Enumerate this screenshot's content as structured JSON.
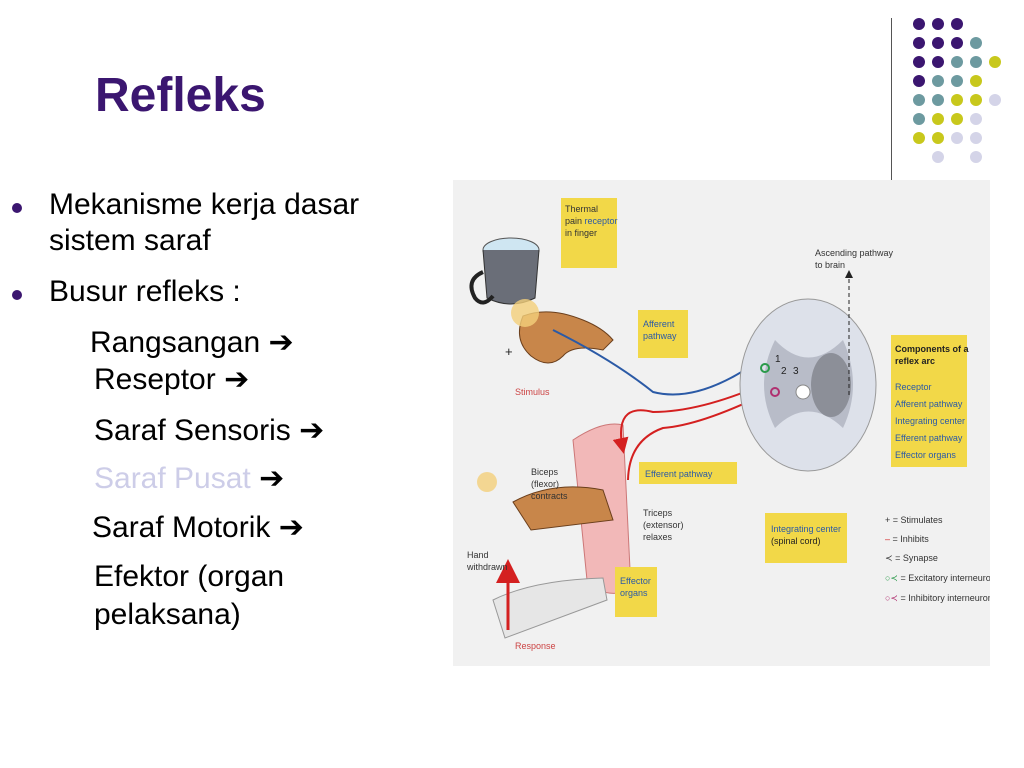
{
  "slide": {
    "title": "Refleks",
    "bullets": [
      {
        "line1": "Mekanisme kerja dasar",
        "line2": "sistem saraf"
      },
      {
        "line1": "Busur refleks :"
      }
    ],
    "chain": [
      {
        "text": "Rangsangan ",
        "arrow": "➔"
      },
      {
        "text": "Reseptor ",
        "arrow": "➔"
      },
      {
        "text": "Saraf Sensoris ",
        "arrow": "➔"
      },
      {
        "text": "Saraf Pusat ",
        "arrow": "➔"
      },
      {
        "text": "Saraf Motorik ",
        "arrow": "➔"
      },
      {
        "text": "Efektor (organ"
      },
      {
        "text": "pelaksana)"
      }
    ]
  },
  "colors": {
    "title": "#3b1670",
    "highlight": "#cdcde8",
    "box": "#f2d848",
    "nerve_sensory": "#2b5aa6",
    "nerve_motor": "#d42020",
    "cord": "#d4d8e0"
  },
  "diagram": {
    "labels": {
      "thermal_line1": "Thermal",
      "thermal_line2": "pain",
      "thermal_receptor": "receptor",
      "thermal_line3": "in finger",
      "ascending1": "Ascending pathway",
      "ascending2": "to brain",
      "afferent1": "Afferent",
      "afferent2": "pathway",
      "stimulus": "Stimulus",
      "components_title1": "Components of a",
      "components_title2": "reflex arc",
      "components": [
        "Receptor",
        "Afferent pathway",
        "Integrating center",
        "Efferent pathway",
        "Effector organs"
      ],
      "biceps": [
        "Biceps",
        "(flexor)",
        "contracts"
      ],
      "efferent": "Efferent pathway",
      "triceps": [
        "Triceps",
        "(extensor)",
        "relaxes"
      ],
      "integrating1": "Integrating center",
      "integrating2": "(spinal cord)",
      "hand": [
        "Hand",
        "withdrawn"
      ],
      "effector1": "Effector",
      "effector2": "organs",
      "response": "Response",
      "num1": "1",
      "num2": "2",
      "num3": "3",
      "plus": "+"
    },
    "legend": [
      {
        "symbol": "+",
        "text": "= Stimulates"
      },
      {
        "symbol": "–",
        "text": "= Inhibits"
      },
      {
        "symbol": "≺",
        "text": "= Synapse"
      },
      {
        "symbol": "○≺",
        "text": "= Excitatory interneuron"
      },
      {
        "symbol": "○≺",
        "text": "= Inhibitory interneuron"
      }
    ]
  }
}
